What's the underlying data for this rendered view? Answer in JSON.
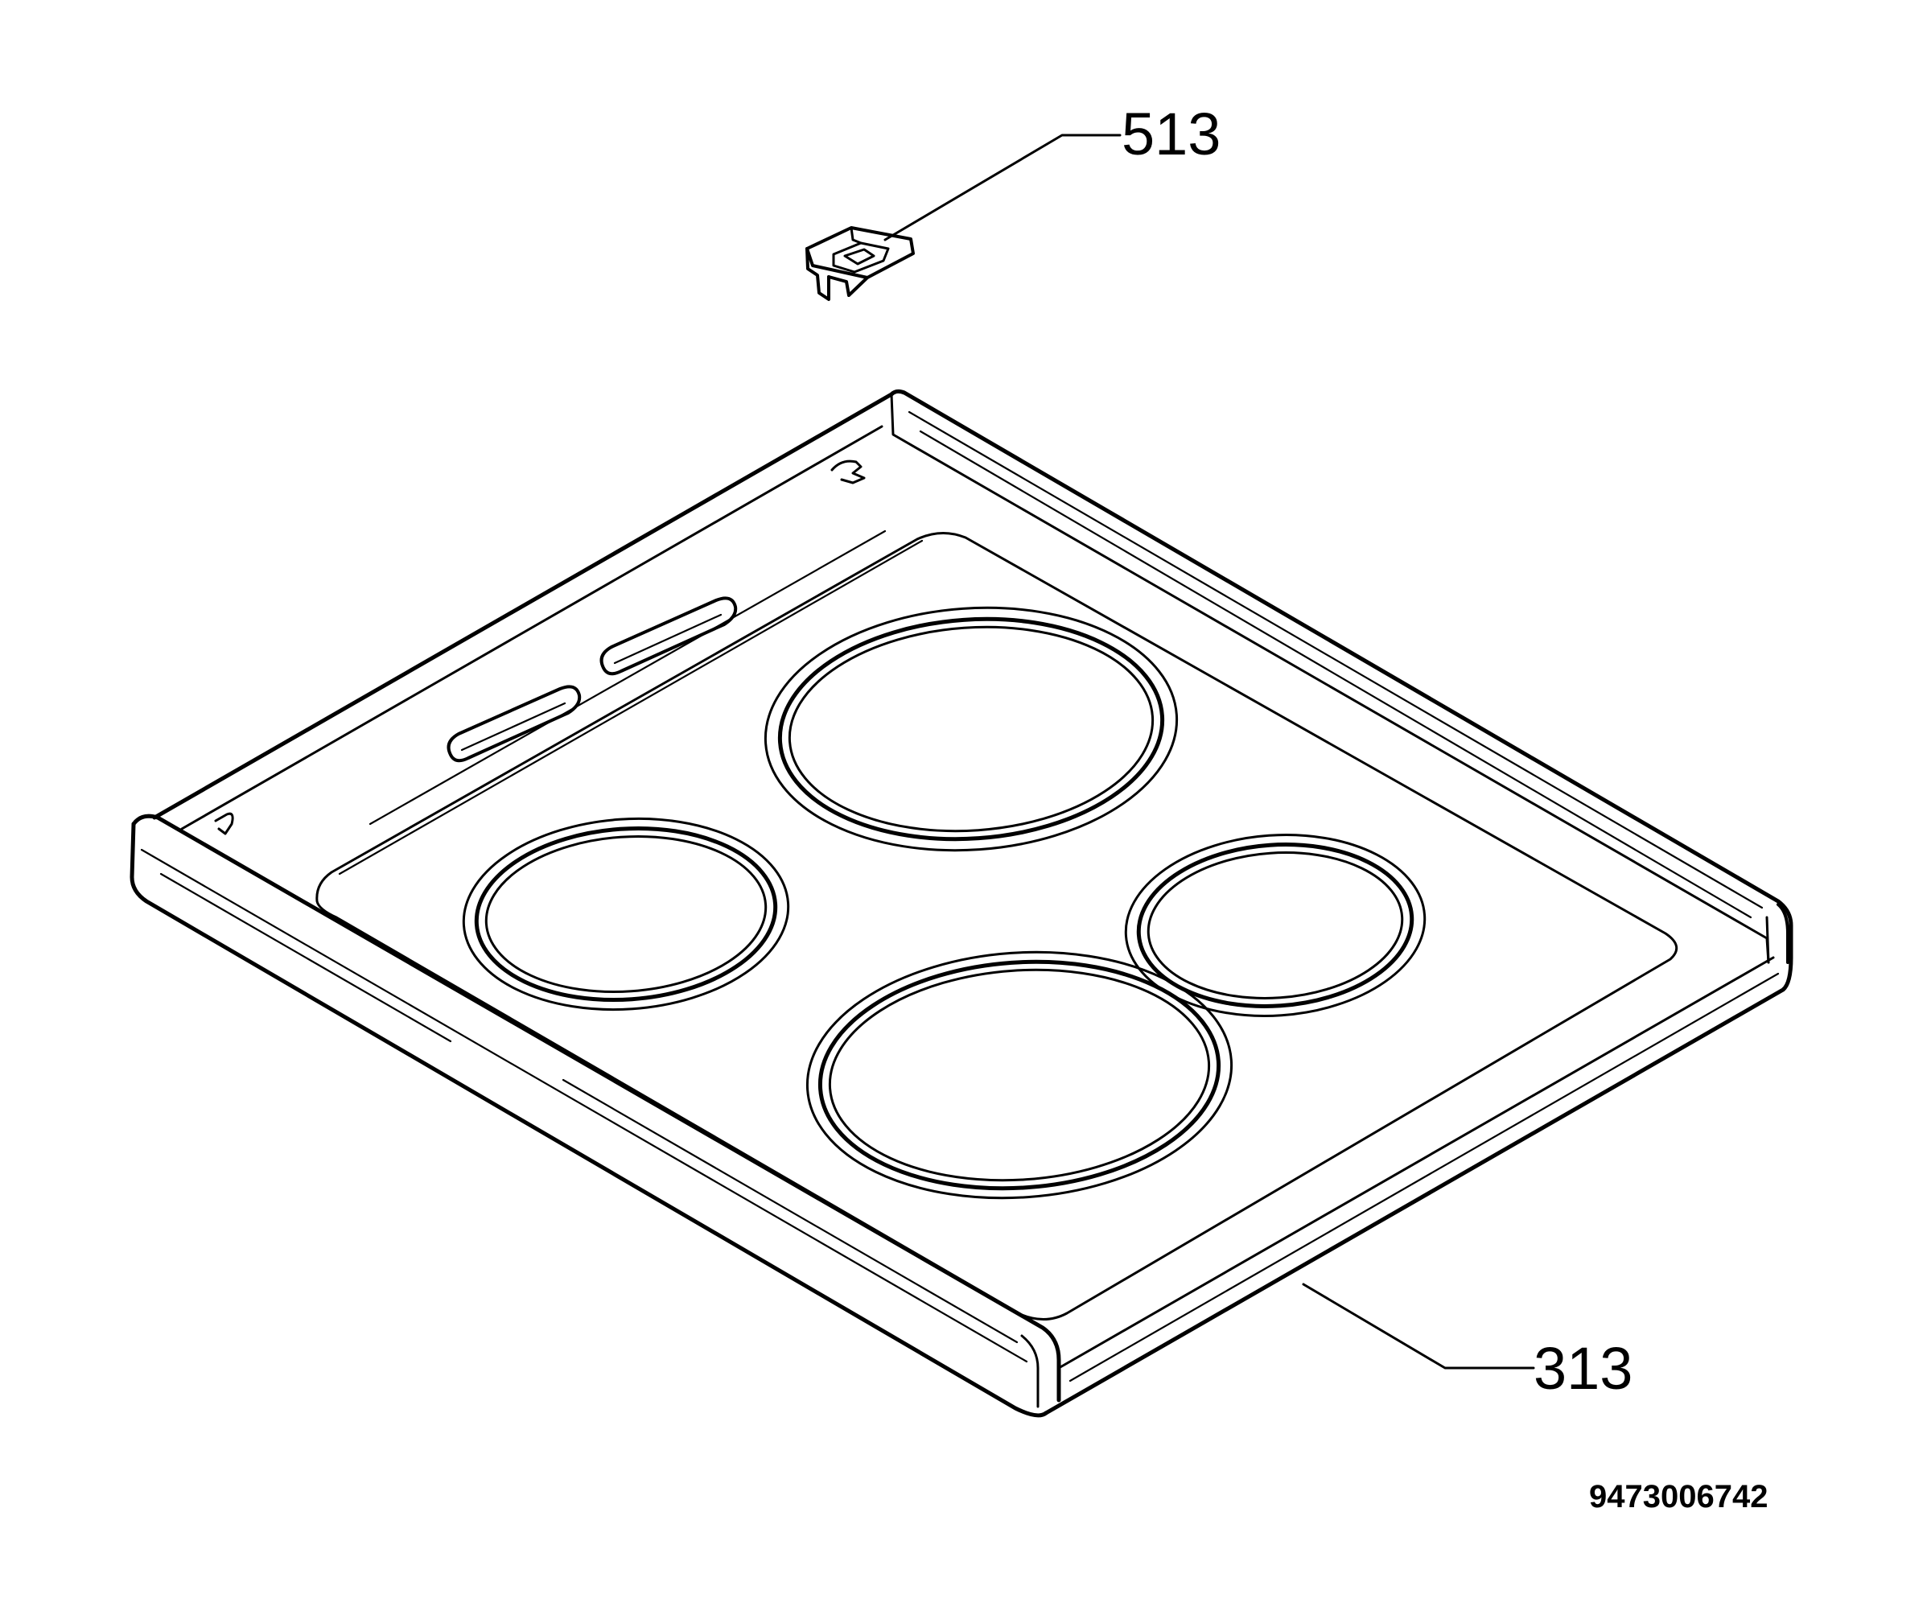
{
  "parts": [
    {
      "id": "part-513",
      "label": "513"
    },
    {
      "id": "part-313",
      "label": "313"
    }
  ],
  "document_number": "9473006742",
  "colors": {
    "line": "#000000",
    "background": "#ffffff"
  }
}
